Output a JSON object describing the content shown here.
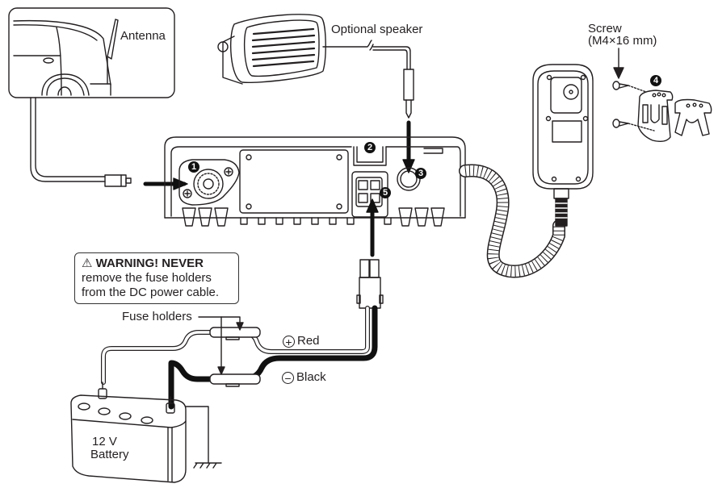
{
  "labels": {
    "antenna": "Antenna",
    "optional_speaker": "Optional speaker",
    "screw_line1": "Screw",
    "screw_line2": "(M4×16 mm)",
    "fuse_holders": "Fuse holders",
    "red": "Red",
    "black": "Black",
    "battery_line1": "12 V",
    "battery_line2": "Battery"
  },
  "symbols": {
    "plus": "+",
    "minus": "−",
    "warning": "⚠"
  },
  "warning": {
    "title": "WARNING! NEVER",
    "line1": "remove the fuse holders",
    "line2": "from the DC power cable."
  },
  "callouts": {
    "antenna_connector": "1",
    "ground_terminal": "2",
    "speaker_jack": "3",
    "mic_hanger": "4",
    "dc_power_socket": "5"
  },
  "colors": {
    "line": "#231f20",
    "background": "#ffffff"
  }
}
